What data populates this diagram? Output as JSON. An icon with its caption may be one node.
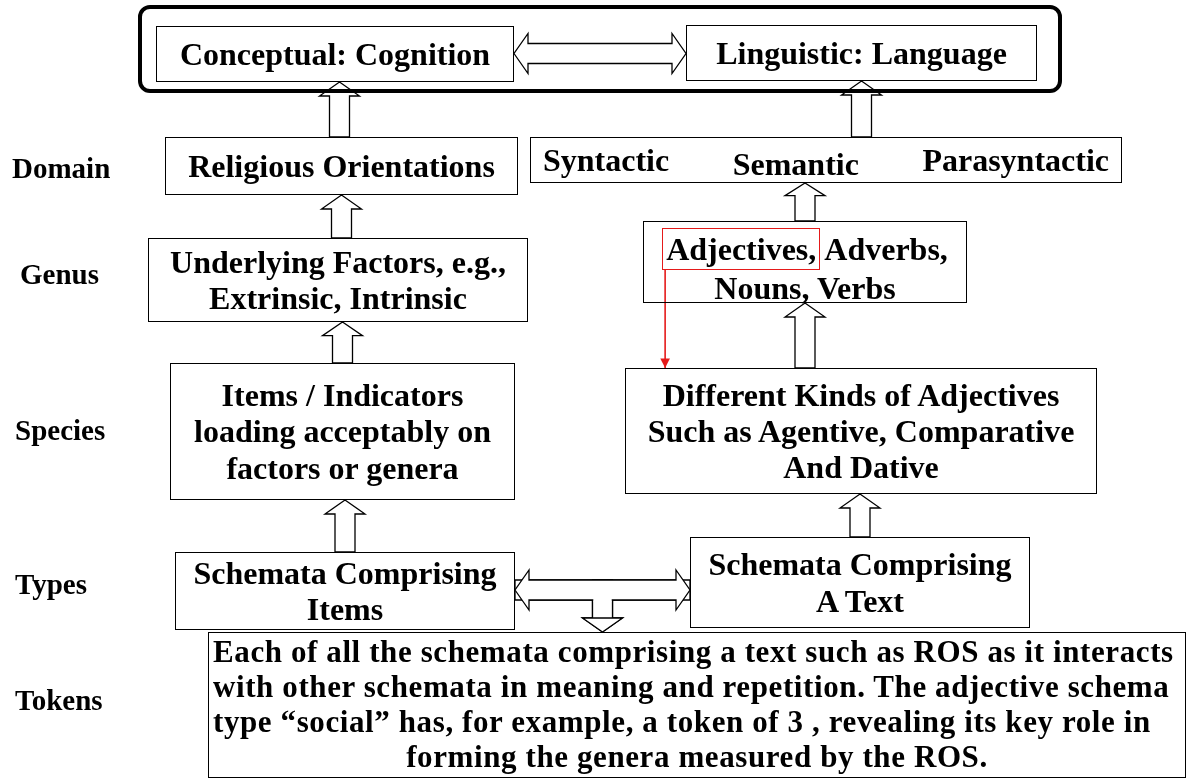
{
  "diagram": {
    "nodes": [
      {
        "text": [],
        "shape": "box"
      },
      {
        "text": [
          "Conceptual: Cognition"
        ],
        "in": 0
      },
      {
        "text": [
          "Linguistic: Language"
        ],
        "in": 0
      },
      {
        "text": [
          "Religious Orientations"
        ]
      },
      {
        "text": [
          "Syntactic",
          "Semantic",
          "Parasyntactic"
        ]
      },
      {
        "text": [
          "Underlying Factors, e.g., Extrinsic, Intrinsic"
        ]
      },
      {
        "text": [
          "Adverbs, Nouns, Verbs"
        ]
      },
      {
        "text": [
          "Adjectives,"
        ],
        "in": 6
      },
      {
        "text": [
          "Items / Indicators loading acceptably on factors or genera"
        ]
      },
      {
        "text": [
          "Different Kinds of Adjectives Such as Agentive, Comparative And Dative"
        ]
      },
      {
        "text": [
          "Schemata Comprising Items"
        ]
      },
      {
        "text": [
          "Schemata Comprising A Text"
        ]
      },
      {
        "text": [
          "Each of all the schemata comprising a text such as ROS as it interacts with other schemata in meaning and repetition. The adjective schema type “social” has, for example, a token of 3 ,  revealing its key role in forming the genera measured by the ROS."
        ]
      }
    ],
    "edges": [
      {
        "from": 1,
        "to": 2,
        "arrow": "both"
      },
      {
        "from": 3,
        "to": 1,
        "arrow": "to"
      },
      {
        "from": 4,
        "to": 2,
        "arrow": "to"
      },
      {
        "from": 5,
        "to": 3,
        "arrow": "to"
      },
      {
        "from": 6,
        "to": 4,
        "arrow": "to"
      },
      {
        "from": 8,
        "to": 5,
        "arrow": "to"
      },
      {
        "from": 9,
        "to": 6,
        "arrow": "to"
      },
      {
        "from": 10,
        "to": 8,
        "arrow": "to"
      },
      {
        "from": 11,
        "to": 9,
        "arrow": "to"
      },
      {
        "from": 10,
        "to": 11,
        "arrow": "both"
      },
      {
        "from": 10,
        "to": 12,
        "arrow": "to"
      },
      {
        "from": 11,
        "to": 12,
        "arrow": "to"
      },
      {
        "from": 7,
        "to": 9,
        "arrow": "to",
        "color": "#e51a1a"
      }
    ],
    "labels": [
      "Domain",
      "Genus",
      "Species",
      "Types",
      "Tokens"
    ]
  }
}
